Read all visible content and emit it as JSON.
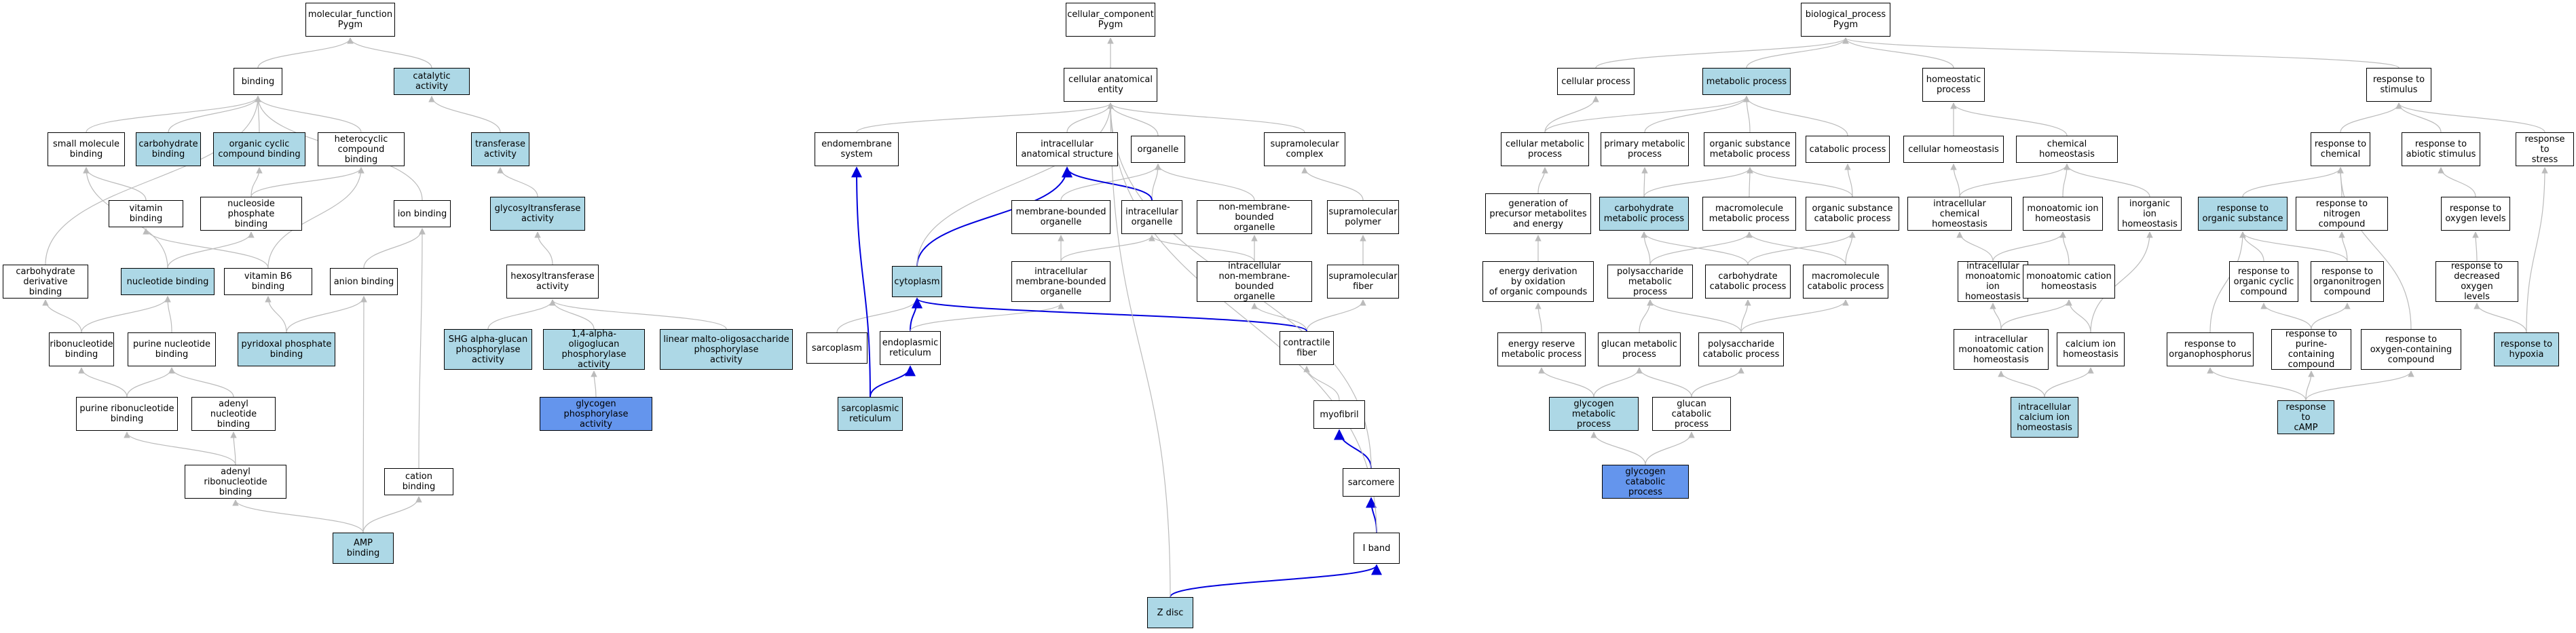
{
  "colors": {
    "highlight": "#ADD8E6",
    "selected": "#6495ED",
    "edge": "#bbbbbb",
    "edge_highlight": "#0000dd"
  },
  "nodes": {
    "mf": "molecular_function\nPygm",
    "binding": "binding",
    "catalytic": "catalytic activity",
    "small_molecule_binding": "small molecule\nbinding",
    "carbohydrate_binding": "carbohydrate\nbinding",
    "organic_cyclic_binding": "organic cyclic\ncompound binding",
    "heterocyclic_binding": "heterocyclic\ncompound binding",
    "transferase": "transferase\nactivity",
    "vitamin_binding": "vitamin binding",
    "nucleoside_phosphate_binding": "nucleoside phosphate\nbinding",
    "ion_binding": "ion binding",
    "glycosyltransferase": "glycosyltransferase\nactivity",
    "carb_deriv_binding": "carbohydrate\nderivative binding",
    "nucleotide_binding": "nucleotide binding",
    "vitamin_b6_binding": "vitamin B6 binding",
    "anion_binding": "anion binding",
    "hexosyltransferase": "hexosyltransferase\nactivity",
    "ribonucleotide_binding": "ribonucleotide\nbinding",
    "purine_nucleotide_binding": "purine nucleotide\nbinding",
    "pyridoxal_binding": "pyridoxal phosphate\nbinding",
    "shg_alpha": "SHG alpha-glucan\nphosphorylase\nactivity",
    "oligoglucan": "1,4-alpha-oligoglucan\nphosphorylase\nactivity",
    "malto": "linear malto-oligosaccharide\nphosphorylase\nactivity",
    "purine_ribonucleotide_binding": "purine ribonucleotide\nbinding",
    "adenyl_nucleotide_binding": "adenyl nucleotide\nbinding",
    "glycogen_phosphorylase": "glycogen phosphorylase\nactivity",
    "adenyl_ribonucleotide_binding": "adenyl ribonucleotide\nbinding",
    "cation_binding": "cation binding",
    "amp_binding": "AMP binding",
    "cc": "cellular_component\nPygm",
    "cae": "cellular anatomical\nentity",
    "endomembrane": "endomembrane\nsystem",
    "intracellular_struct": "intracellular\nanatomical structure",
    "organelle": "organelle",
    "supramolecular_complex": "supramolecular\ncomplex",
    "membrane_bounded_organelle": "membrane-bounded\norganelle",
    "intracellular_organelle": "intracellular\norganelle",
    "non_membrane_bounded_organelle": "non-membrane-bounded\norganelle",
    "supramolecular_polymer": "supramolecular\npolymer",
    "cytoplasm": "cytoplasm",
    "intra_membrane_bounded": "intracellular\nmembrane-bounded\norganelle",
    "intra_non_membrane_bounded": "intracellular\nnon-membrane-bounded\norganelle",
    "supramolecular_fiber": "supramolecular\nfiber",
    "sarcoplasm": "sarcoplasm",
    "er": "endoplasmic\nreticulum",
    "contractile_fiber": "contractile\nfiber",
    "sarcoplasmic_reticulum": "sarcoplasmic\nreticulum",
    "myofibril": "myofibril",
    "sarcomere": "sarcomere",
    "i_band": "I band",
    "z_disc": "Z disc",
    "bp": "biological_process\nPygm",
    "cellular_process": "cellular process",
    "metabolic_process": "metabolic process",
    "homeostatic_process": "homeostatic\nprocess",
    "response_to_stimulus": "response to\nstimulus",
    "cellular_metabolic": "cellular metabolic\nprocess",
    "primary_metabolic": "primary metabolic\nprocess",
    "organic_substance_metabolic": "organic substance\nmetabolic process",
    "catabolic_process": "catabolic process",
    "cellular_homeostasis": "cellular homeostasis",
    "chemical_homeostasis": "chemical homeostasis",
    "response_to_chemical": "response to\nchemical",
    "response_to_abiotic": "response to\nabiotic stimulus",
    "response_to_stress": "response to\nstress",
    "generation_precursor": "generation of\nprecursor metabolites\nand energy",
    "carbohydrate_metabolic": "carbohydrate\nmetabolic process",
    "macromolecule_metabolic": "macromolecule\nmetabolic process",
    "organic_substance_catabolic": "organic substance\ncatabolic process",
    "intracellular_chem_homeo": "intracellular\nchemical homeostasis",
    "monoatomic_ion_homeo": "monoatomic ion\nhomeostasis",
    "inorganic_ion_homeo": "inorganic ion\nhomeostasis",
    "response_organic_substance": "response to\norganic substance",
    "response_nitrogen": "response to\nnitrogen compound",
    "response_oxygen_levels": "response to\noxygen levels",
    "energy_derivation": "energy derivation\nby oxidation\nof organic compounds",
    "polysaccharide_metabolic": "polysaccharide\nmetabolic process",
    "carbohydrate_catabolic": "carbohydrate\ncatabolic process",
    "macromolecule_catabolic": "macromolecule\ncatabolic process",
    "intracellular_monoatomic_ion_homeo": "intracellular\nmonoatomic ion\nhomeostasis",
    "monoatomic_cation_homeo": "monoatomic cation\nhomeostasis",
    "response_organic_cyclic": "response to\norganic cyclic\ncompound",
    "response_organonitrogen": "response to\norganonitrogen\ncompound",
    "response_decreased_oxygen": "response to\ndecreased oxygen\nlevels",
    "energy_reserve": "energy reserve\nmetabolic process",
    "glucan_metabolic": "glucan metabolic\nprocess",
    "polysaccharide_catabolic": "polysaccharide\ncatabolic process",
    "intracellular_monoatomic_cation_homeo": "intracellular\nmonoatomic cation\nhomeostasis",
    "calcium_ion_homeo": "calcium ion\nhomeostasis",
    "response_organophosphorus": "response to\norganophosphorus",
    "response_purine": "response to\npurine-containing\ncompound",
    "response_oxygen_containing": "response to\noxygen-containing\ncompound",
    "response_hypoxia": "response to\nhypoxia",
    "glycogen_metabolic": "glycogen metabolic\nprocess",
    "glucan_catabolic": "glucan catabolic\nprocess",
    "intracellular_calcium_homeo": "intracellular\ncalcium ion\nhomeostasis",
    "response_camp": "response to\ncAMP",
    "glycogen_catabolic": "glycogen catabolic\nprocess"
  }
}
